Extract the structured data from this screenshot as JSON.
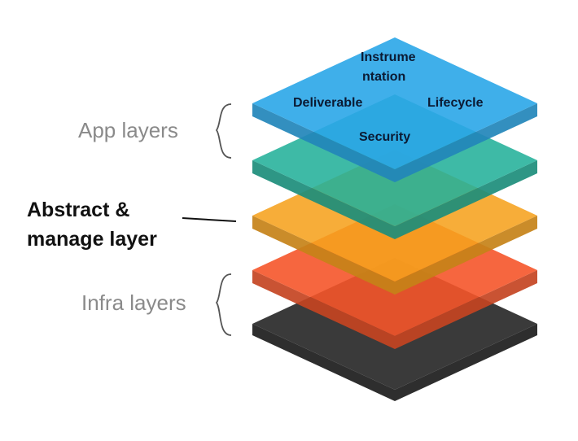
{
  "labels": {
    "app_layers": "App layers",
    "abstract_line1": "Abstract &",
    "abstract_line2": "manage layer",
    "infra_layers": "Infra layers"
  },
  "top_layer_words": {
    "instrumentation_line1": "Instrume",
    "instrumentation_line2": "ntation",
    "deliverable": "Deliverable",
    "lifecycle": "Lifecycle",
    "security": "Security"
  },
  "layer_colors": {
    "base": "#3a3a3a",
    "infra": "#f5552a",
    "abstract": "#f6a21e",
    "app_lower": "#23b09a",
    "app_top": "#2aa6e8"
  }
}
